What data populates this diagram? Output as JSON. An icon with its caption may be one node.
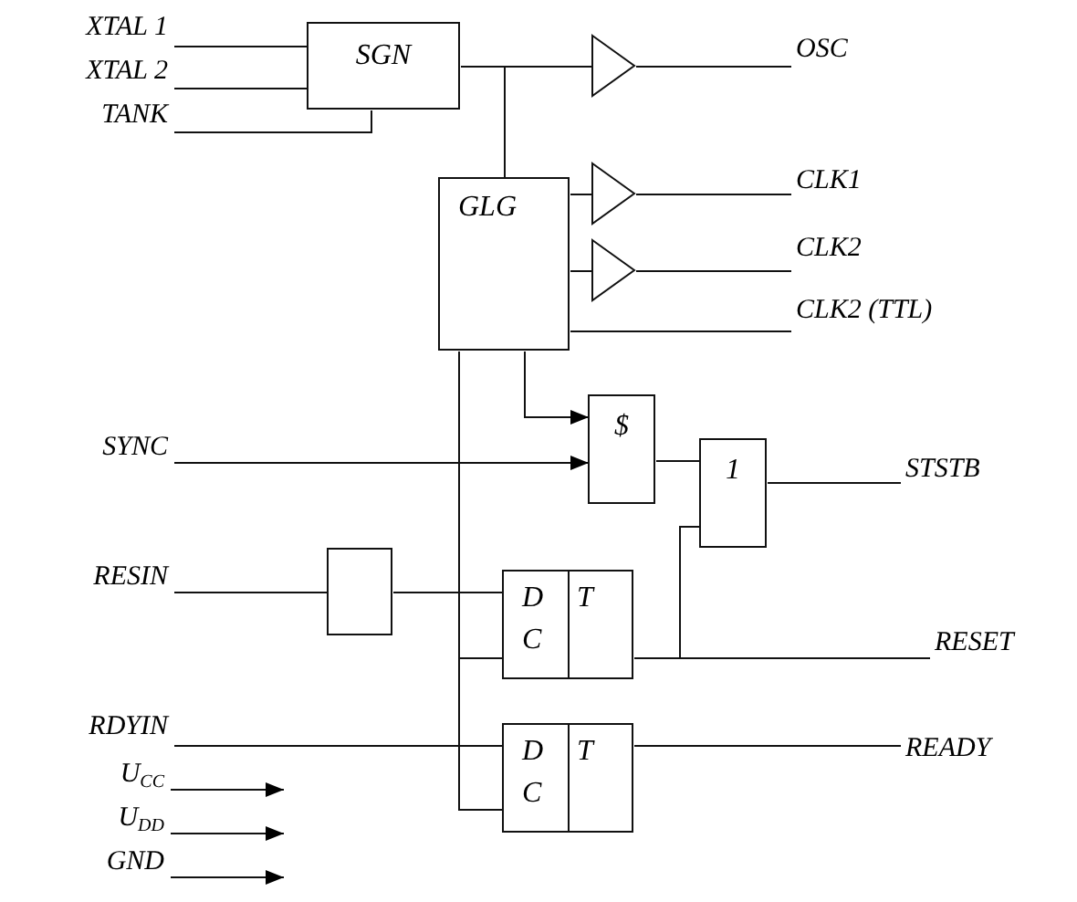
{
  "diagram": {
    "nodes": [
      {
        "text": [
          "XTAL 1"
        ]
      },
      {
        "text": [
          "XTAL 2"
        ]
      },
      {
        "text": [
          "TANK"
        ]
      },
      {
        "text": [
          "SGN"
        ]
      },
      {
        "text": [],
        "shape": "triangle"
      },
      {
        "text": [
          "OSC"
        ]
      },
      {
        "text": [
          "GLG"
        ]
      },
      {
        "text": [],
        "shape": "triangle"
      },
      {
        "text": [
          "CLK1"
        ]
      },
      {
        "text": [],
        "shape": "triangle"
      },
      {
        "text": [
          "CLK2"
        ]
      },
      {
        "text": [
          "CLK2 (TTL)"
        ]
      },
      {
        "text": [
          "SYNC"
        ]
      },
      {
        "text": [
          "$"
        ]
      },
      {
        "text": [
          "1"
        ]
      },
      {
        "text": [
          "STSTB"
        ]
      },
      {
        "text": [
          "RESIN"
        ]
      },
      {
        "text": [],
        "shape": "box"
      },
      {
        "text": [
          "D",
          "T",
          "C"
        ]
      },
      {
        "text": [
          "RESET"
        ]
      },
      {
        "text": [
          "RDYIN"
        ]
      },
      {
        "text": [
          "D",
          "T",
          "C"
        ]
      },
      {
        "text": [
          "READY"
        ]
      },
      {
        "text": [
          "U$_{CC}$"
        ]
      },
      {
        "text": [
          "U$_{DD}$"
        ]
      },
      {
        "text": [
          "GND"
        ]
      }
    ],
    "edges": [
      {
        "from": 0,
        "to": 3,
        "arrow": "none"
      },
      {
        "from": 1,
        "to": 3,
        "arrow": "none"
      },
      {
        "from": 2,
        "to": 3,
        "arrow": "none"
      },
      {
        "from": 3,
        "to": 4,
        "arrow": "none"
      },
      {
        "from": 3,
        "to": 6,
        "arrow": "none"
      },
      {
        "from": 4,
        "to": 5,
        "arrow": "none"
      },
      {
        "from": 6,
        "to": 7,
        "arrow": "none"
      },
      {
        "from": 7,
        "to": 8,
        "arrow": "none"
      },
      {
        "from": 6,
        "to": 9,
        "arrow": "none"
      },
      {
        "from": 9,
        "to": 10,
        "arrow": "none"
      },
      {
        "from": 6,
        "to": 11,
        "arrow": "none"
      },
      {
        "from": 6,
        "to": 13,
        "arrow": "to"
      },
      {
        "from": 12,
        "to": 13,
        "arrow": "to"
      },
      {
        "from": 13,
        "to": 14,
        "arrow": "none"
      },
      {
        "from": 14,
        "to": 15,
        "arrow": "none"
      },
      {
        "from": 16,
        "to": 17,
        "arrow": "none"
      },
      {
        "from": 17,
        "to": 18,
        "arrow": "none"
      },
      {
        "from": 6,
        "to": 18,
        "arrow": "none"
      },
      {
        "from": 6,
        "to": 21,
        "arrow": "none"
      },
      {
        "from": 18,
        "to": 19,
        "arrow": "none"
      },
      {
        "from": 18,
        "to": 14,
        "arrow": "none"
      },
      {
        "from": 20,
        "to": 21,
        "arrow": "none"
      },
      {
        "from": 21,
        "to": 22,
        "arrow": "none"
      },
      {
        "from": 23,
        "to": null,
        "arrow": "to"
      },
      {
        "from": 24,
        "to": null,
        "arrow": "to"
      },
      {
        "from": 25,
        "to": null,
        "arrow": "to"
      }
    ]
  }
}
